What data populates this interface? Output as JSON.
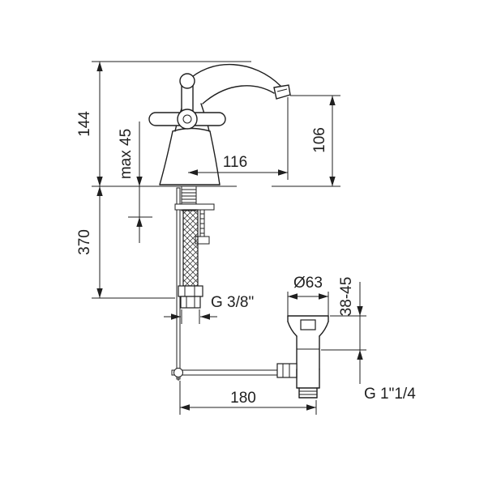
{
  "page": {
    "background": "#ffffff",
    "line_color": "#1f1f1f"
  },
  "drawing": {
    "type": "technical-dimension-drawing",
    "subject": "basin mixer faucet with pop-up waste",
    "dims": {
      "height_144": "144",
      "max_thickness": "max 45",
      "spout_reach": "116",
      "spout_height": "106",
      "hose_length": "370",
      "inlet_thread": "G 3/8\"",
      "waste_diameter": "Ø63",
      "waste_range": "38-45",
      "distance_180": "180",
      "waste_thread": "G 1\"1/4"
    }
  }
}
